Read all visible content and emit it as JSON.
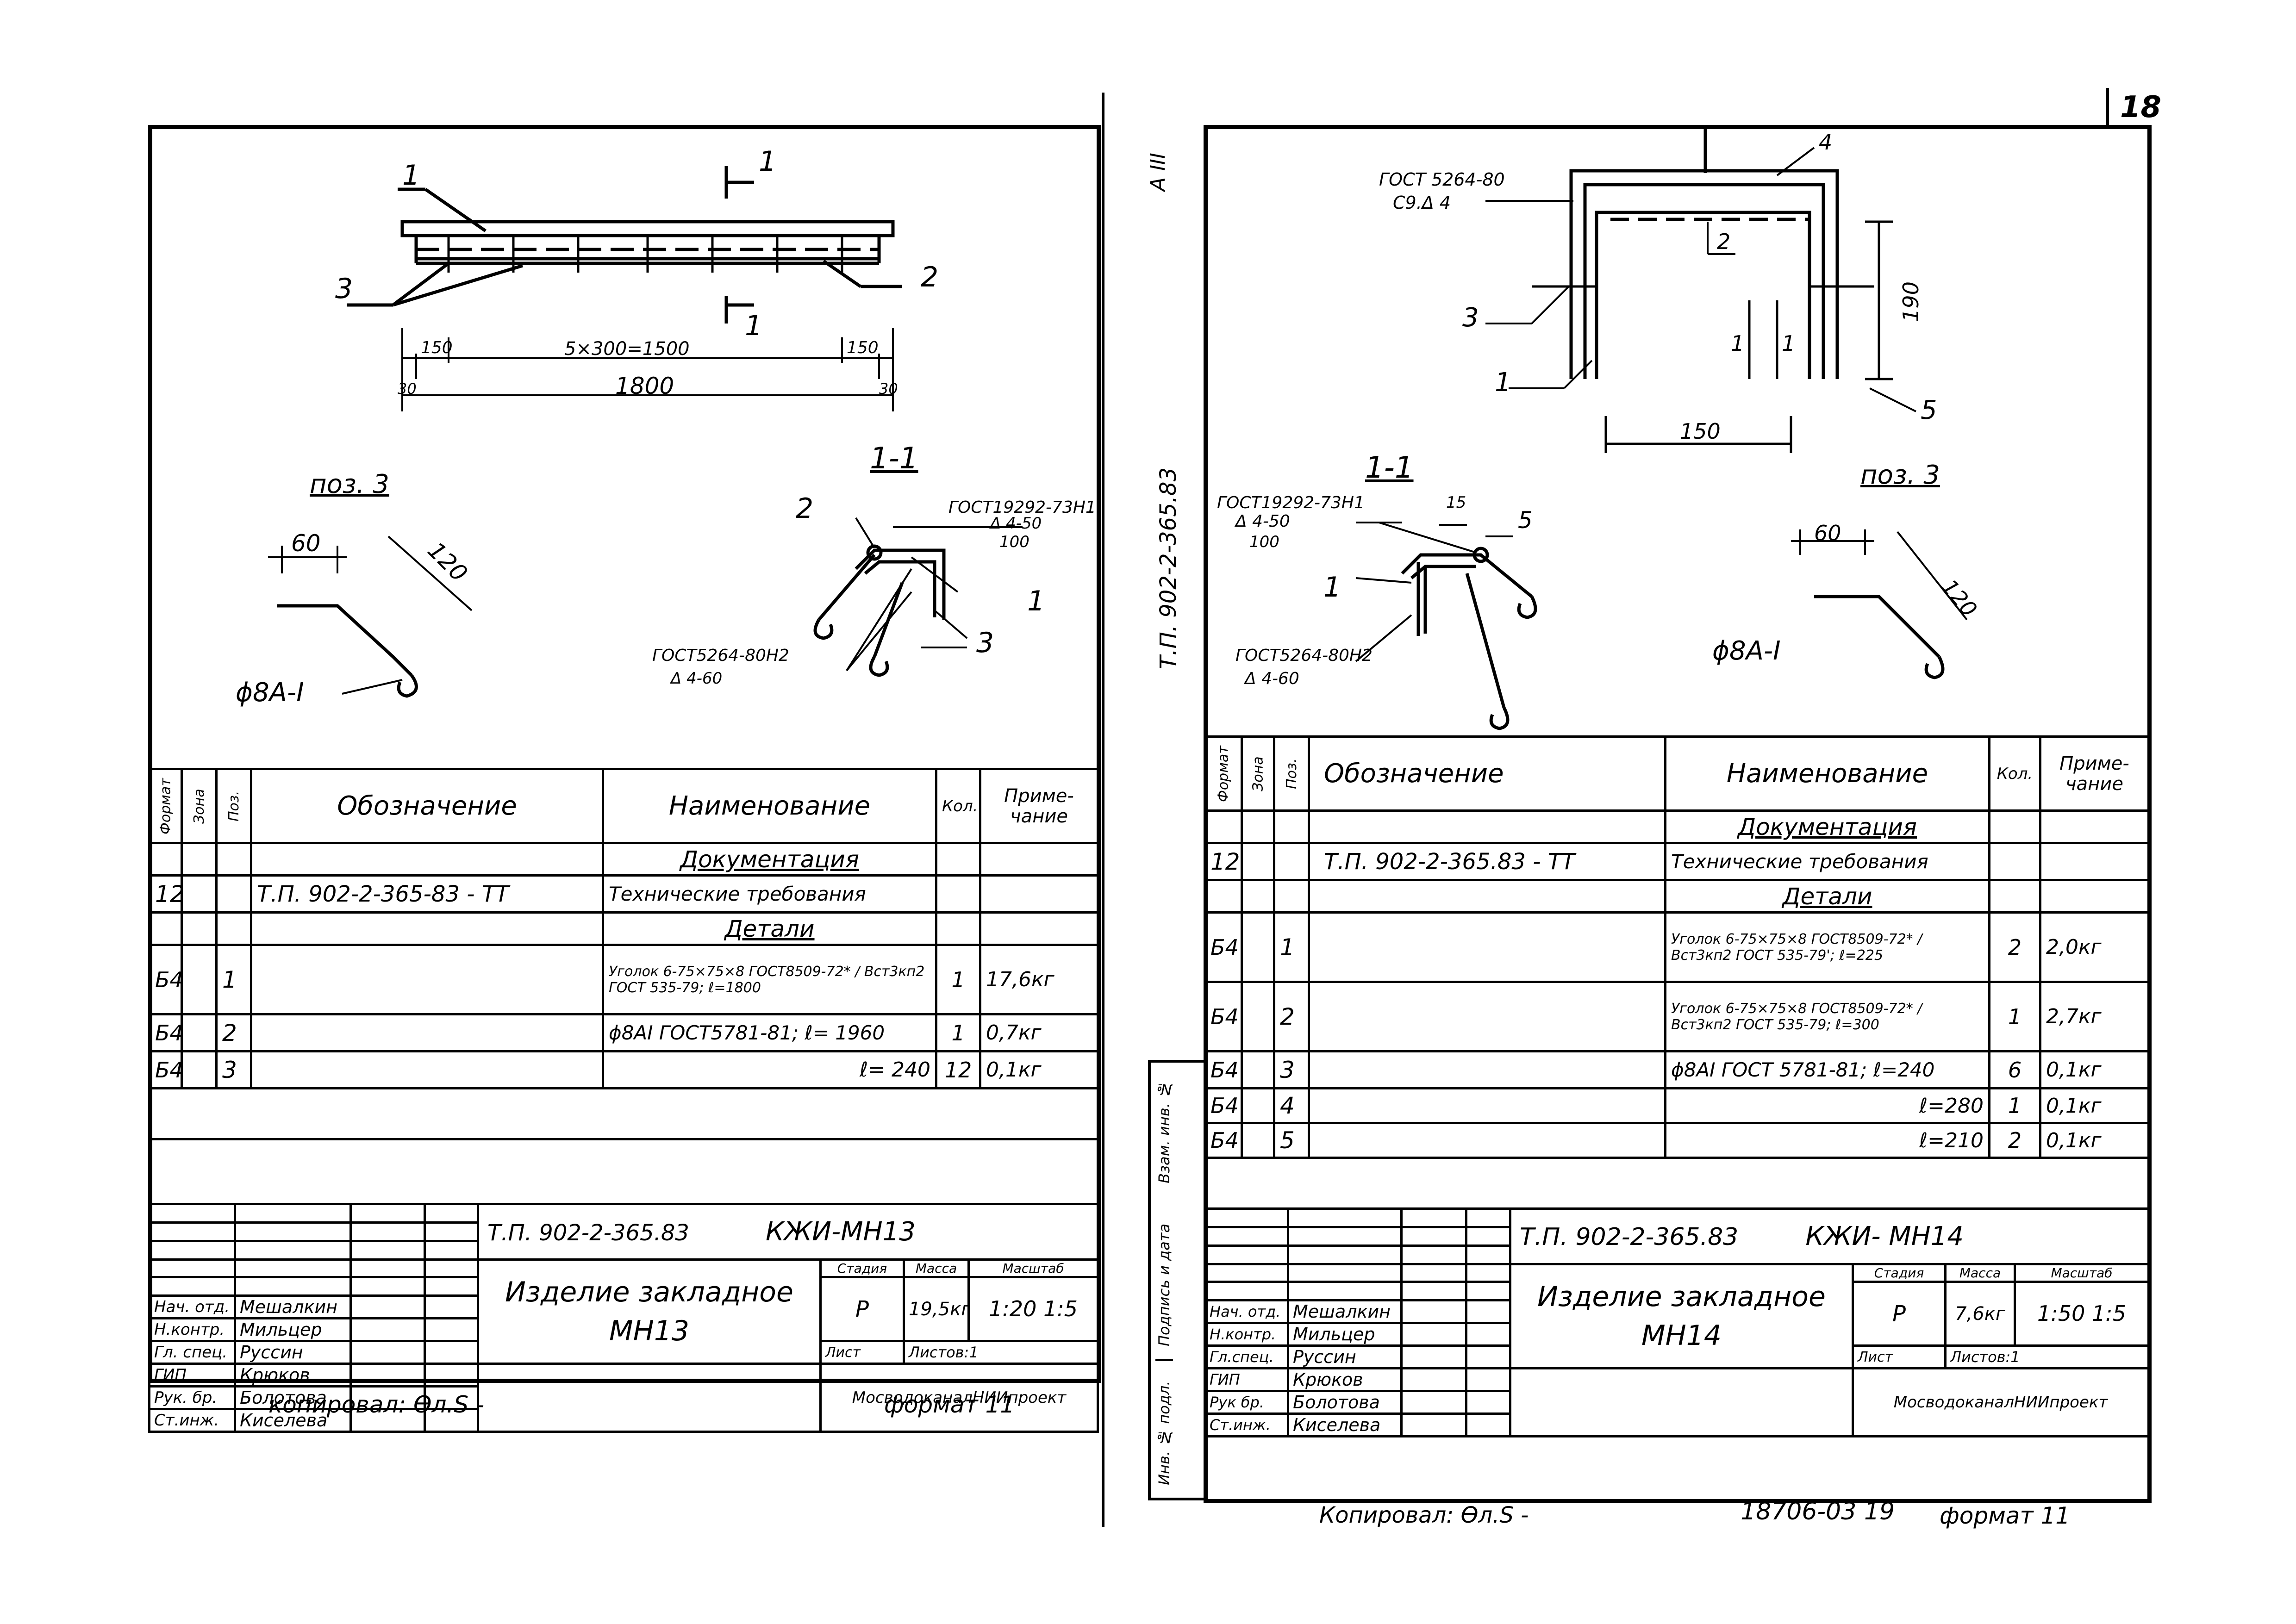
{
  "sheet_number": "18",
  "left": {
    "drawing": {
      "labels": [
        "1",
        "1",
        "1",
        "3",
        "2"
      ],
      "dims": [
        "150",
        "5×300=1500",
        "150",
        "30",
        "1800",
        "30"
      ],
      "section_title": "1-1",
      "pos_title": "поз. 3",
      "pos_dims": [
        "60",
        "120"
      ],
      "pos_rod": "ϕ8А-I",
      "sec_labels": [
        "2",
        "1",
        "3"
      ],
      "weld_top": [
        "ГОСТ19292-73Н1",
        "Δ 4-50",
        "100"
      ],
      "weld_bottom": [
        "ГОСТ5264-80Н2",
        "Δ 4-60"
      ]
    },
    "spec": {
      "headers": [
        "Формат",
        "Зона",
        "Поз.",
        "Обозначение",
        "Наименование",
        "Кол.",
        "Приме-чание"
      ],
      "section_docs": "Документация",
      "section_parts": "Детали",
      "rows": [
        {
          "format": "12",
          "zone": "",
          "pos": "",
          "designation": "Т.П. 902-2-365-83  - ТТ",
          "name": "Технические требования",
          "qty": "",
          "note": ""
        },
        {
          "format": "Б4",
          "zone": "",
          "pos": "1",
          "designation": "",
          "name": "Уголок 6-75×75×8 ГОСТ8509-72* / Вст3кп2 ГОСТ 535-79; ℓ=1800",
          "qty": "1",
          "note": "17,6кг"
        },
        {
          "format": "Б4",
          "zone": "",
          "pos": "2",
          "designation": "",
          "name": "ϕ8АI ГОСТ5781-81; ℓ= 1960",
          "qty": "1",
          "note": "0,7кг"
        },
        {
          "format": "Б4",
          "zone": "",
          "pos": "3",
          "designation": "",
          "name": "ℓ= 240",
          "qty": "12",
          "note": "0,1кг"
        }
      ]
    },
    "title_block": {
      "code": "Т.П. 902-2-365.83",
      "mark": "КЖИ-МН13",
      "title_line1": "Изделие закладное",
      "title_line2": "МН13",
      "stage_label": "Стадия",
      "mass_label": "Масса",
      "scale_label": "Масштаб",
      "stage": "Р",
      "mass": "19,5кг",
      "scale": "1:20 1:5",
      "sheet_label": "Лист",
      "sheets_label": "Листов:1",
      "org": "МосводоканалНИИпроект",
      "staff": [
        [
          "Нач. отд.",
          "Мешалкин"
        ],
        [
          "Н.контр.",
          "Мильцер"
        ],
        [
          "Гл. спец.",
          "Руссин"
        ],
        [
          "ГИП",
          "Крюков"
        ],
        [
          "Рук. бр.",
          "Болотова"
        ],
        [
          "Ст.инж.",
          "Киселева"
        ]
      ]
    },
    "copied": "копировал: Ѳл.Ѕ -",
    "format": "формат 11"
  },
  "right": {
    "margin_code": "Т.П. 902-2-365.83",
    "margin_stamp": "А III",
    "drawing": {
      "weld_left": [
        "ГОСТ 5264-80",
        "С9.Δ 4"
      ],
      "labels": [
        "4",
        "2",
        "3",
        "1",
        "5",
        "1",
        "1"
      ],
      "dims": [
        "190",
        "150"
      ],
      "section_title": "1-1",
      "pos_title": "поз. 3",
      "pos_dims": [
        "60",
        "120"
      ],
      "pos_rod": "ϕ8А-I",
      "weld_top": [
        "ГОСТ19292-73Н1",
        "Δ 4-50",
        "100"
      ],
      "weld_dim": "15",
      "sec_labels": [
        "5",
        "1"
      ],
      "weld_bottom": [
        "ГОСТ5264-80Н2",
        "Δ 4-60"
      ]
    },
    "spec": {
      "headers": [
        "Формат",
        "Зона",
        "Поз.",
        "Обозначение",
        "Наименование",
        "Кол.",
        "Приме-чание"
      ],
      "section_docs": "Документация",
      "section_parts": "Детали",
      "rows": [
        {
          "format": "12",
          "zone": "",
          "pos": "",
          "designation": "Т.П. 902-2-365.83  - ТТ",
          "name": "Технические требования",
          "qty": "",
          "note": ""
        },
        {
          "format": "Б4",
          "zone": "",
          "pos": "1",
          "designation": "",
          "name": "Уголок 6-75×75×8 ГОСТ8509-72* / Вст3кп2 ГОСТ 535-79'; ℓ=225",
          "qty": "2",
          "note": "2,0кг"
        },
        {
          "format": "Б4",
          "zone": "",
          "pos": "2",
          "designation": "",
          "name": "Уголок 6-75×75×8 ГОСТ8509-72* / Вст3кп2 ГОСТ 535-79; ℓ=300",
          "qty": "1",
          "note": "2,7кг"
        },
        {
          "format": "Б4",
          "zone": "",
          "pos": "3",
          "designation": "",
          "name": "ϕ8АI ГОСТ 5781-81; ℓ=240",
          "qty": "6",
          "note": "0,1кг"
        },
        {
          "format": "Б4",
          "zone": "",
          "pos": "4",
          "designation": "",
          "name": "ℓ=280",
          "qty": "1",
          "note": "0,1кг"
        },
        {
          "format": "Б4",
          "zone": "",
          "pos": "5",
          "designation": "",
          "name": "ℓ=210",
          "qty": "2",
          "note": "0,1кг"
        }
      ]
    },
    "side_labels": [
      "Взам. инв. №",
      "Подпись и дата",
      "Инв. № подл."
    ],
    "title_block": {
      "code": "Т.П. 902-2-365.83",
      "mark": "КЖИ- МН14",
      "title_line1": "Изделие закладное",
      "title_line2": "МН14",
      "stage_label": "Стадия",
      "mass_label": "Масса",
      "scale_label": "Масштаб",
      "stage": "Р",
      "mass": "7,6кг",
      "scale": "1:50 1:5",
      "sheet_label": "Лист",
      "sheets_label": "Листов:1",
      "org": "МосводоканалНИИпроект",
      "staff": [
        [
          "Нач. отд.",
          "Мешалкин"
        ],
        [
          "Н.контр.",
          "Мильцер"
        ],
        [
          "Гл.спец.",
          "Руссин"
        ],
        [
          "ГИП",
          "Крюков"
        ],
        [
          "Рук бр.",
          "Болотова"
        ],
        [
          "Ст.инж.",
          "Киселева"
        ]
      ]
    },
    "copied": "Копировал: Ѳл.Ѕ -",
    "code_bottom": "18706-03  19",
    "format": "формат 11"
  }
}
